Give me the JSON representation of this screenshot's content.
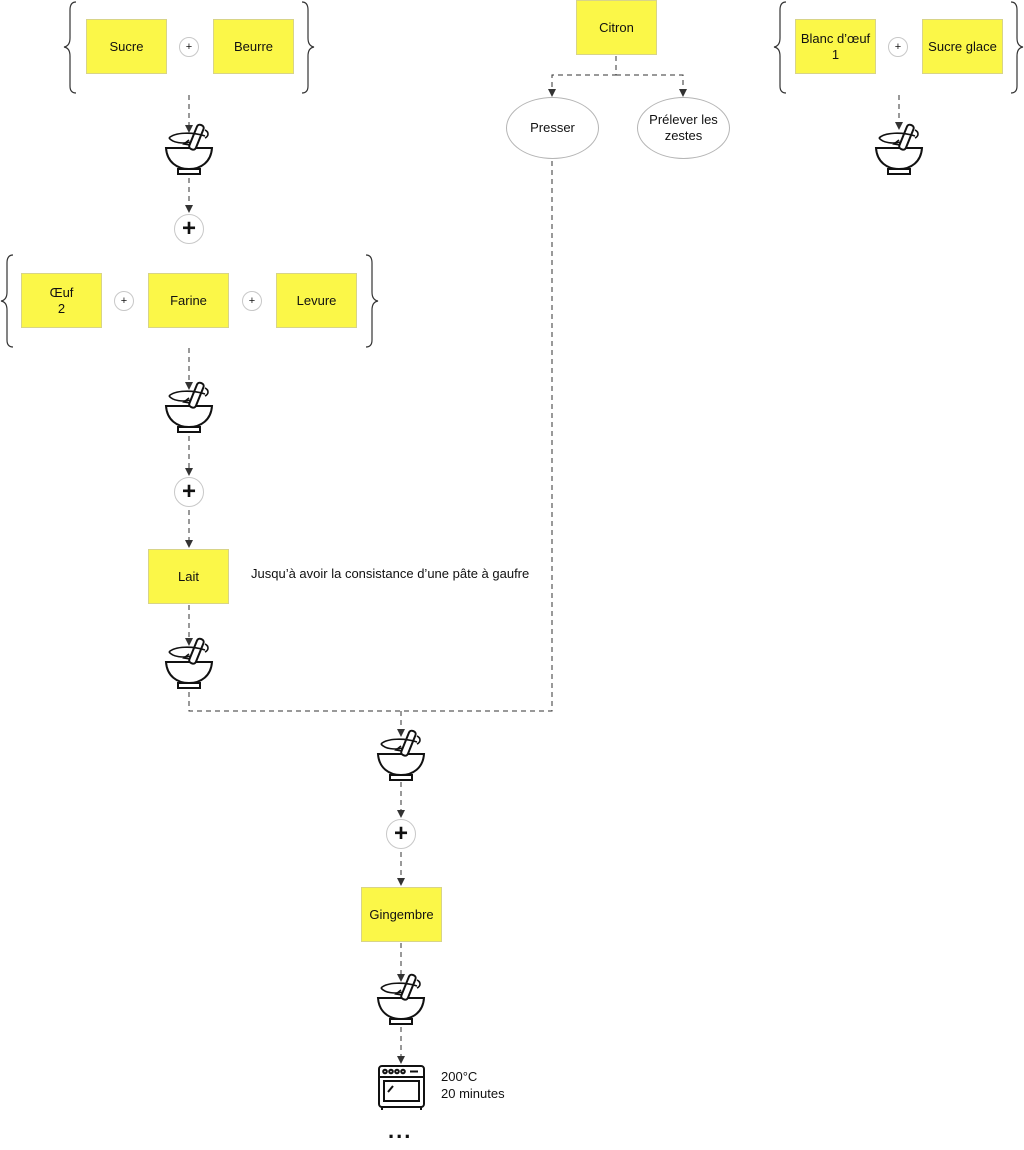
{
  "ingredients": {
    "sucre": "Sucre",
    "beurre": "Beurre",
    "oeuf": "Œuf\n2",
    "farine": "Farine",
    "levure": "Levure",
    "lait": "Lait",
    "citron": "Citron",
    "blanc_oeuf": "Blanc d’œuf\n1",
    "sucre_glace": "Sucre glace",
    "gingembre": "Gingembre"
  },
  "actions": {
    "presser": "Presser",
    "prelever_zestes": "Prélever les\nzestes"
  },
  "operators": {
    "plus": "+"
  },
  "notes": {
    "lait_consistance": "Jusqu’à avoir la consistance d’une pâte à gaufre",
    "cuisson": "200°C\n20 minutes",
    "ellipsis": "..."
  },
  "icons": {
    "mixing_bowl": "mixing-bowl-icon",
    "oven": "oven-icon"
  },
  "colors": {
    "note_fill": "#fbf748",
    "connector": "#333333"
  }
}
